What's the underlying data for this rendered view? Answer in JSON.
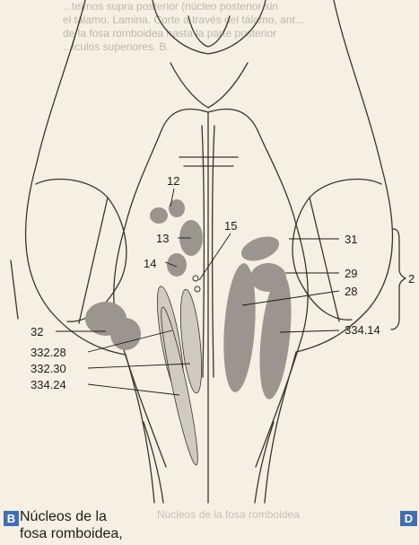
{
  "header": {
    "bleed_text": "...teimos supra posterior (núcleo posterior sin\nel tálamo. Lamina. Corte a través del tálamo, ant...\nde la fosa romboidea hasta la parte posterior\n...ículos superiores. B."
  },
  "labels": {
    "l12": "12",
    "l13": "13",
    "l14": "14",
    "l15": "15",
    "l31": "31",
    "l29": "29",
    "l28": "28",
    "l2": "2",
    "l33414": "334.14",
    "l32": "32",
    "l33228": "332.28",
    "l33230": "332.30",
    "l33424": "334.24"
  },
  "caption": {
    "badge": "B",
    "line1": "Núcleos de la",
    "line2": "fosa romboidea,"
  },
  "ghost_caption": "Núcleos de la fosa romboidea",
  "right_badge": "D",
  "colors": {
    "background": "#f5f0e3",
    "outline": "#3a342c",
    "nucleus_dark": "#9a958f",
    "nucleus_light": "#cfcbc3",
    "badge": "#3f6fb0"
  }
}
